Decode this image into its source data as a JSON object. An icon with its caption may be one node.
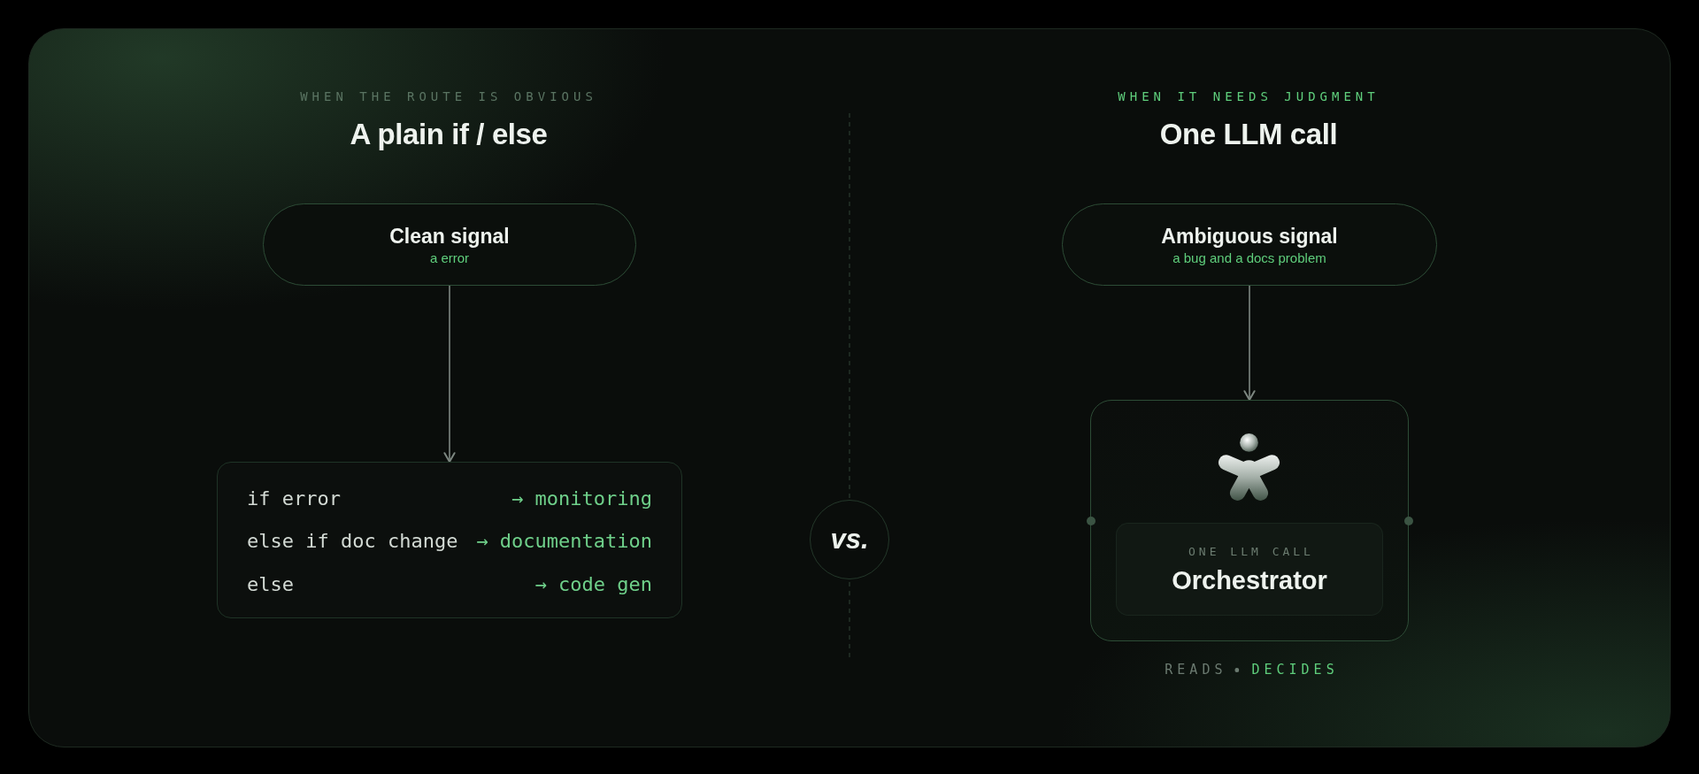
{
  "diagram": {
    "nodes": [
      {
        "text": [
          "Clean signal",
          "a error"
        ]
      },
      {
        "text": [
          "if error",
          "→ monitoring",
          "else if doc change",
          "→ documentation",
          "else",
          "→ code gen"
        ]
      },
      {
        "text": [
          "vs."
        ]
      },
      {
        "text": [
          "Ambiguous signal",
          "a bug and a docs problem"
        ]
      },
      {
        "text": [],
        "shape": "box",
        "beside": [
          "READS",
          "DECIDES"
        ]
      },
      {
        "text": [
          "ONE LLM CALL",
          "Orchestrator"
        ],
        "in": 4
      }
    ],
    "edges": [
      {
        "from": 0,
        "to": 1,
        "arrow": "to"
      },
      {
        "from": 3,
        "to": 4,
        "arrow": "to"
      }
    ],
    "labels": [
      "WHEN THE ROUTE IS OBVIOUS",
      "A plain if / else",
      "WHEN IT NEEDS JUDGMENT",
      "One LLM call"
    ]
  }
}
